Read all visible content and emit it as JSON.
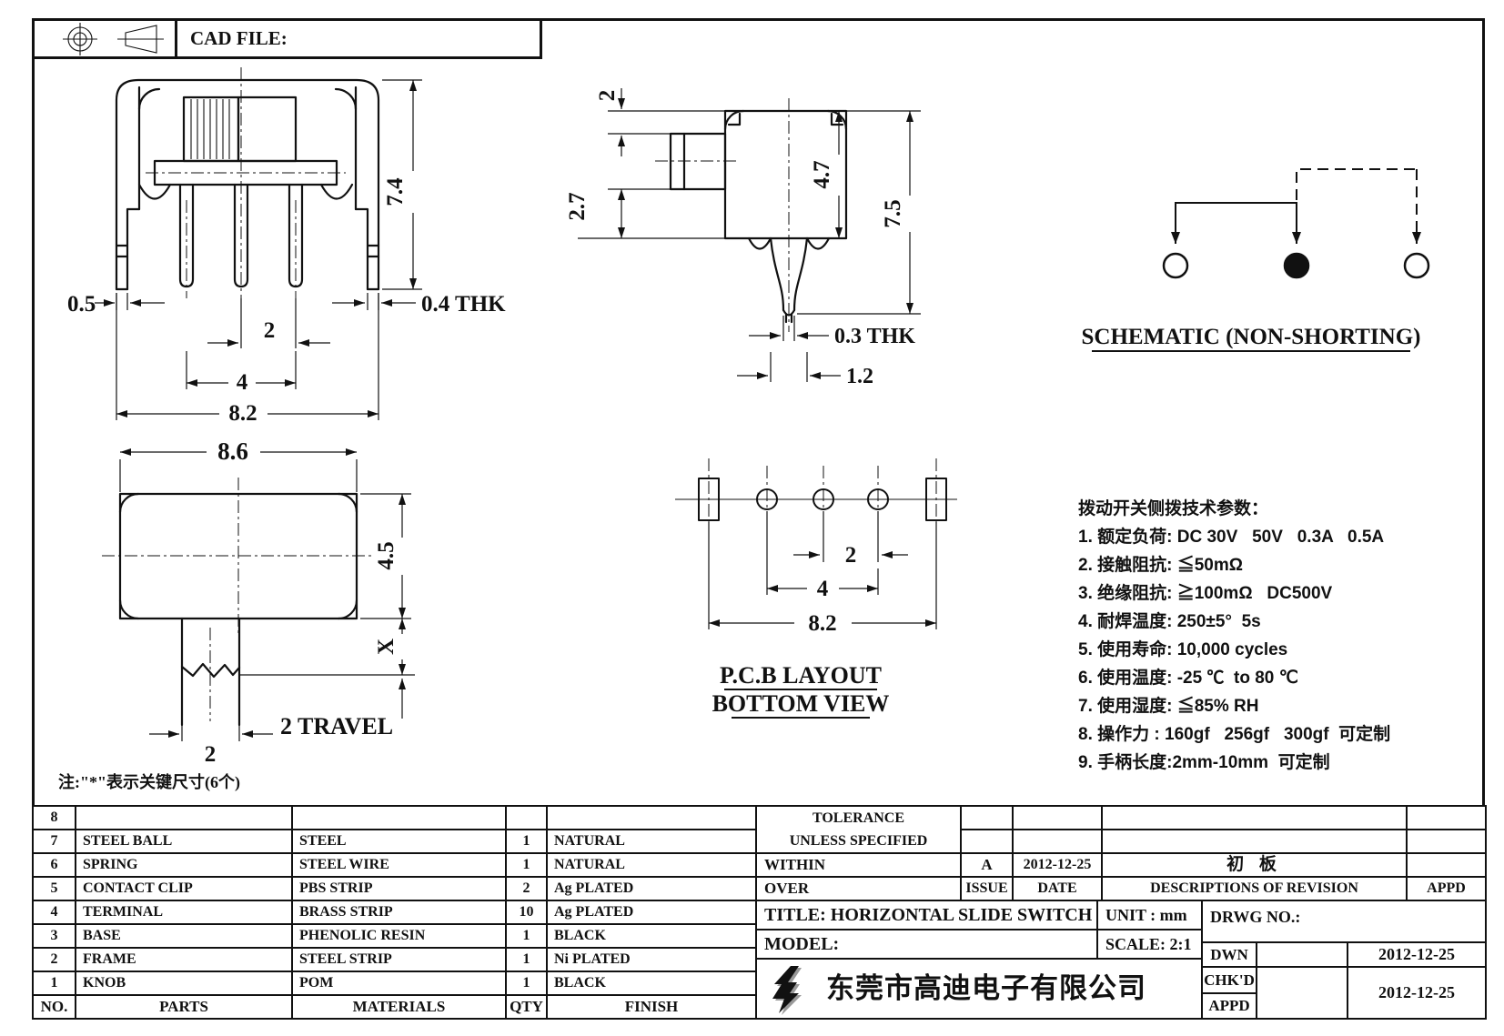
{
  "sheet": {
    "cad_file_label": "CAD FILE:",
    "note": "注:\"*\"表示关键尺寸(6个)"
  },
  "front_view": {
    "dim_height": "7.4",
    "dim_pin": "0.5",
    "dim_thk": "0.4 THK",
    "dim_pitch": "2",
    "dim_outer": "4",
    "dim_span": "8.2"
  },
  "side_view": {
    "dim_top": "2",
    "dim_knob": "2.7",
    "dim_body": "4.7",
    "dim_total": "7.5",
    "dim_thk": "0.3 THK",
    "dim_pin": "1.2"
  },
  "top_view": {
    "dim_width": "8.6",
    "dim_depth": "4.5",
    "dim_handle": "X",
    "dim_travel": "2 TRAVEL",
    "dim_knob": "2"
  },
  "pcb_layout": {
    "dim_pitch": "2",
    "dim_outer": "4",
    "dim_span": "8.2",
    "caption1": "P.C.B LAYOUT",
    "caption2": "BOTTOM VIEW"
  },
  "schematic": {
    "caption": "SCHEMATIC (NON-SHORTING)"
  },
  "specs": {
    "title": "拨动开关侧拨技术参数：",
    "items": [
      "1. 额定负荷: DC 30V   50V   0.3A   0.5A",
      "2. 接触阻抗: ≦50mΩ",
      "3. 绝缘阻抗: ≧100mΩ   DC500V",
      "4. 耐焊温度: 250±5°  5s",
      "5. 使用寿命: 10,000 cycles",
      "6. 使用温度: -25 ℃  to 80 ℃",
      "7. 使用湿度: ≦85% RH",
      "8. 操作力 : 160gf   256gf   300gf  可定制",
      "9. 手柄长度:2mm-10mm  可定制"
    ]
  },
  "parts_table": {
    "headers": {
      "no": "NO.",
      "parts": "PARTS",
      "materials": "MATERIALS",
      "qty": "QTY",
      "finish": "FINISH"
    },
    "rows": [
      {
        "no": "8",
        "parts": "",
        "materials": "",
        "qty": "",
        "finish": ""
      },
      {
        "no": "7",
        "parts": "STEEL BALL",
        "materials": "STEEL",
        "qty": "1",
        "finish": "NATURAL"
      },
      {
        "no": "6",
        "parts": "SPRING",
        "materials": "STEEL WIRE",
        "qty": "1",
        "finish": "NATURAL"
      },
      {
        "no": "5",
        "parts": "CONTACT CLIP",
        "materials": "PBS STRIP",
        "qty": "2",
        "finish": "Ag PLATED"
      },
      {
        "no": "4",
        "parts": "TERMINAL",
        "materials": "BRASS STRIP",
        "qty": "10",
        "finish": "Ag PLATED"
      },
      {
        "no": "3",
        "parts": "BASE",
        "materials": "PHENOLIC RESIN",
        "qty": "1",
        "finish": "BLACK"
      },
      {
        "no": "2",
        "parts": "FRAME",
        "materials": "STEEL STRIP",
        "qty": "1",
        "finish": "Ni PLATED"
      },
      {
        "no": "1",
        "parts": "KNOB",
        "materials": "POM",
        "qty": "1",
        "finish": "BLACK"
      }
    ]
  },
  "tolerance_block": {
    "line1": "TOLERANCE",
    "line2": "UNLESS  SPECIFIED",
    "within": "WITHIN",
    "over": "OVER"
  },
  "revision_block": {
    "issue": "A",
    "date": "2012-12-25",
    "description": "初 板",
    "issue_label": "ISSUE",
    "date_label": "DATE",
    "description_label": "DESCRIPTIONS OF REVISION",
    "appd_label": "APPD"
  },
  "title_block": {
    "title": "TITLE: HORIZONTAL SLIDE SWITCH",
    "model_label": "MODEL:",
    "unit": "UNIT : mm",
    "scale": "SCALE: 2:1",
    "drwg_label": "DRWG NO.:",
    "dwn_label": "DWN",
    "chkd_label": "CHK'D",
    "appd_label": "APPD",
    "dwn_date": "2012-12-25",
    "appd_date": "2012-12-25",
    "company": "东莞市高迪电子有限公司"
  }
}
